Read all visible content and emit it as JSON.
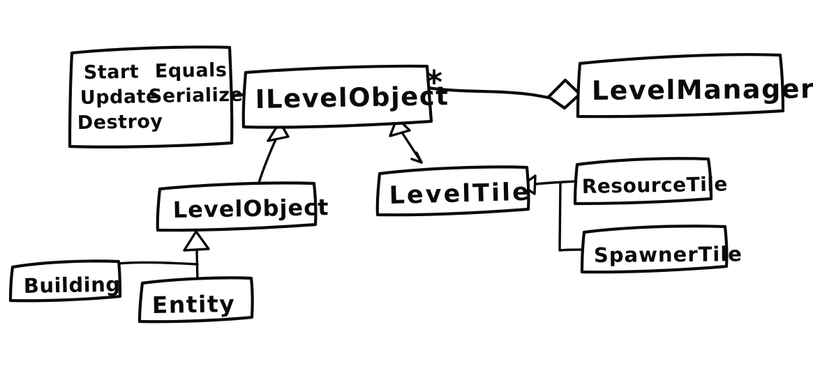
{
  "diagram_type": "uml-class-diagram-hand-drawn",
  "style": {
    "ink": "#0a0a0a",
    "background": "#ffffff"
  },
  "boxes": {
    "methods_note": {
      "col1": [
        "Start",
        "Update",
        "Destroy"
      ],
      "col2": [
        "Equals",
        "Serialize"
      ]
    },
    "ilevel_object": {
      "label": "ILevelObject"
    },
    "level_manager": {
      "label": "LevelManager"
    },
    "level_object": {
      "label": "LevelObject"
    },
    "level_tile": {
      "label": "LevelTile"
    },
    "resource_tile": {
      "label": "ResourceTile"
    },
    "spawner_tile": {
      "label": "SpawnerTile"
    },
    "building": {
      "label": "Building"
    },
    "entity": {
      "label": "Entity"
    }
  },
  "annotations": {
    "multiplicity": "*"
  },
  "relationships": [
    {
      "from": "ILevelObject",
      "to": "LevelManager",
      "type": "aggregation",
      "multiplicity": "*"
    },
    {
      "from": "LevelObject",
      "to": "ILevelObject",
      "type": "inheritance"
    },
    {
      "from": "LevelTile",
      "to": "ILevelObject",
      "type": "inheritance"
    },
    {
      "from": "Building",
      "to": "LevelObject",
      "type": "inheritance"
    },
    {
      "from": "Entity",
      "to": "LevelObject",
      "type": "inheritance"
    },
    {
      "from": "ResourceTile",
      "to": "LevelTile",
      "type": "inheritance"
    },
    {
      "from": "SpawnerTile",
      "to": "LevelTile",
      "type": "inheritance"
    },
    {
      "from": "methods_note",
      "to": "ILevelObject",
      "type": "note-attachment"
    }
  ]
}
